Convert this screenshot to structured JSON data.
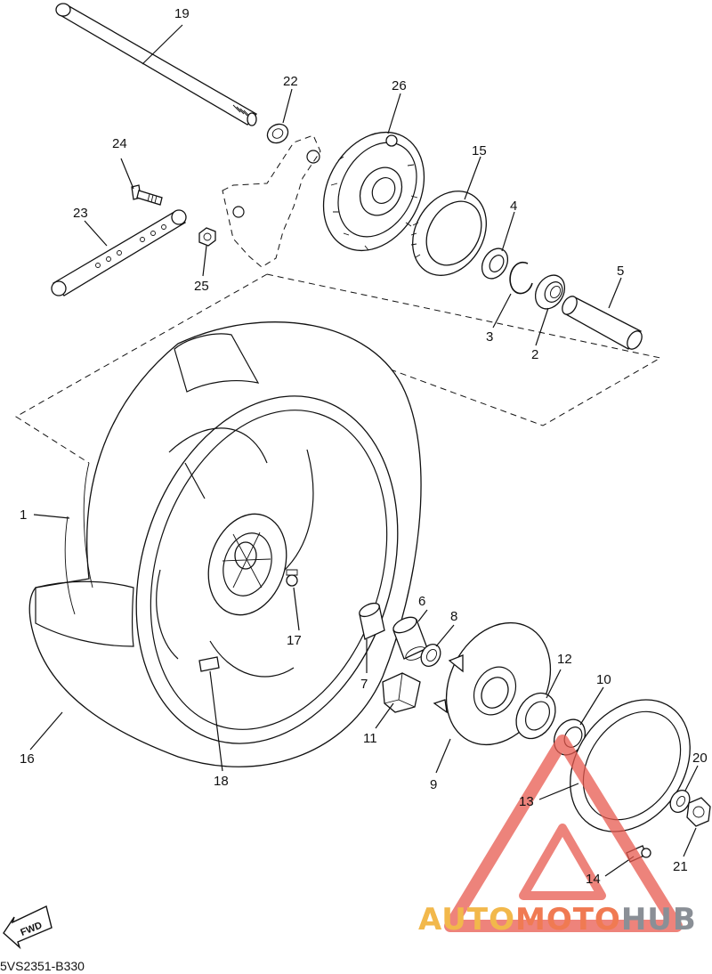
{
  "diagram": {
    "code": "5VS2351-B330",
    "fwd_label": "FWD",
    "callouts": {
      "p1": "1",
      "p2": "2",
      "p3": "3",
      "p4": "4",
      "p5": "5",
      "p6": "6",
      "p7": "7",
      "p8": "8",
      "p9": "9",
      "p10": "10",
      "p11": "11",
      "p12": "12",
      "p13": "13",
      "p14": "14",
      "p15": "15",
      "p16": "16",
      "p17": "17",
      "p18": "18",
      "p19": "19",
      "p20": "20",
      "p21": "21",
      "p22": "22",
      "p23": "23",
      "p24": "24",
      "p25": "25",
      "p26": "26"
    }
  },
  "watermark": {
    "part1": "AUTO",
    "part2": "MOTO",
    "part3": "HUB",
    "colors": {
      "auto": "#f2b84b",
      "moto": "#f07a52",
      "hub": "#8a8f96",
      "triangle": "#e85a4f"
    }
  }
}
